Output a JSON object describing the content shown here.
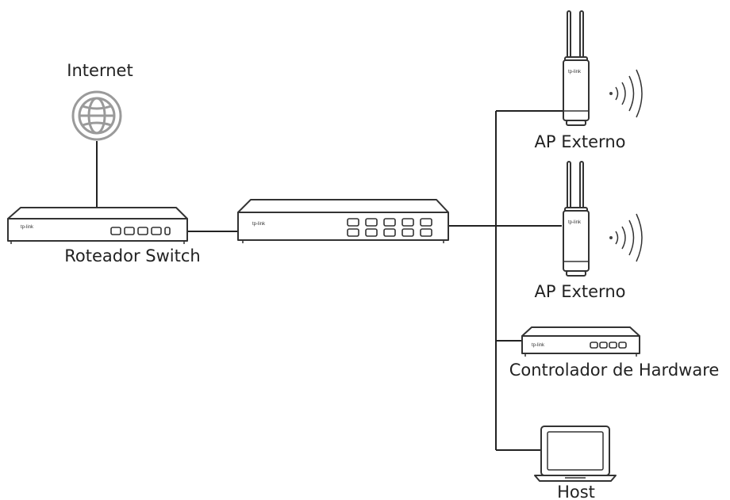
{
  "labels": {
    "internet": "Internet",
    "router": "Roteador Switch",
    "ap1": "AP Externo",
    "ap2": "AP Externo",
    "controller": "Controlador de Hardware",
    "host": "Host"
  },
  "brand": "tp-link",
  "icons": {
    "internet": "globe-icon",
    "router": "router-icon",
    "switch": "switch-icon",
    "access_point": "outdoor-access-point-icon",
    "wifi": "wifi-signal-icon",
    "controller": "hardware-controller-icon",
    "host": "laptop-icon"
  },
  "colors": {
    "line": "#222222",
    "globe": "#9a9a9a",
    "background": "#ffffff"
  }
}
